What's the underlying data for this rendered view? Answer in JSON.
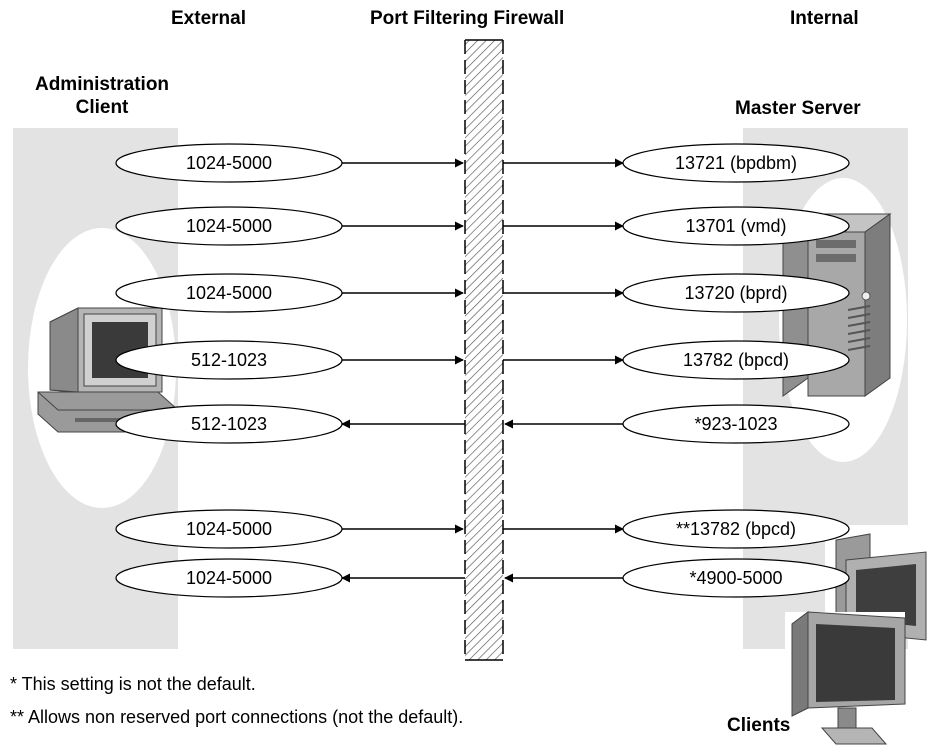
{
  "headers": {
    "external": "External",
    "firewall": "Port Filtering Firewall",
    "internal": "Internal"
  },
  "left_node": {
    "line1": "Administration",
    "line2": "Client"
  },
  "right_node": {
    "label": "Master Server"
  },
  "clients_label": "Clients",
  "connections": [
    {
      "external_port": "1024-5000",
      "internal_port": "13721 (bpdbm)",
      "direction": "in"
    },
    {
      "external_port": "1024-5000",
      "internal_port": "13701 (vmd)",
      "direction": "in"
    },
    {
      "external_port": "1024-5000",
      "internal_port": "13720 (bprd)",
      "direction": "in"
    },
    {
      "external_port": "512-1023",
      "internal_port": "13782 (bpcd)",
      "direction": "in"
    },
    {
      "external_port": "512-1023",
      "internal_port": "*923-1023",
      "direction": "out"
    },
    {
      "external_port": "1024-5000",
      "internal_port": "**13782 (bpcd)",
      "direction": "in"
    },
    {
      "external_port": "1024-5000",
      "internal_port": "*4900-5000",
      "direction": "out"
    }
  ],
  "footnotes": [
    "* This setting is not the default.",
    "** Allows non reserved port connections (not the default)."
  ],
  "icons": [
    "desktop-computer-icon",
    "server-tower-icon",
    "monitor-icon"
  ],
  "colors": {
    "panel": "#e3e3e3",
    "ellipse_fill": "#ffffff",
    "line": "#000000",
    "hatch": "#555555"
  }
}
